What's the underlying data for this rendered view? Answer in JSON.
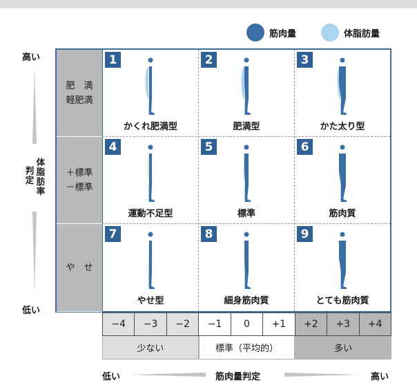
{
  "colors": {
    "muscle": "#3a6ea5",
    "fat": "#a9d6ee",
    "number_badge": "#2f6096",
    "frame": "#3d6e98"
  },
  "legend": {
    "muscle": "筋肉量",
    "fat": "体脂肪量"
  },
  "y_axis": {
    "high": "高い",
    "low": "低い",
    "title_line1": "体脂肪率",
    "title_line2": "判定"
  },
  "rows": [
    {
      "line1": "肥　満",
      "line2": "軽肥満"
    },
    {
      "line1": "＋標準",
      "line2": "－標準"
    },
    {
      "line1": "や　せ",
      "line2": ""
    }
  ],
  "cells": [
    {
      "number": "1",
      "name": "かくれ肥満型",
      "fat_level": "high",
      "muscle_level": "low"
    },
    {
      "number": "2",
      "name": "肥満型",
      "fat_level": "high",
      "muscle_level": "mid"
    },
    {
      "number": "3",
      "name": "かた太り型",
      "fat_level": "high",
      "muscle_level": "high"
    },
    {
      "number": "4",
      "name": "運動不足型",
      "fat_level": "mid",
      "muscle_level": "low"
    },
    {
      "number": "5",
      "name": "標準",
      "fat_level": "mid",
      "muscle_level": "mid"
    },
    {
      "number": "6",
      "name": "筋肉質",
      "fat_level": "mid",
      "muscle_level": "high"
    },
    {
      "number": "7",
      "name": "やせ型",
      "fat_level": "low",
      "muscle_level": "low"
    },
    {
      "number": "8",
      "name": "細身筋肉質",
      "fat_level": "low",
      "muscle_level": "mid"
    },
    {
      "number": "9",
      "name": "とても筋肉質",
      "fat_level": "low",
      "muscle_level": "high"
    }
  ],
  "scale": [
    "−4",
    "−3",
    "−2",
    "−1",
    "0",
    "+1",
    "+2",
    "+3",
    "+4"
  ],
  "groups": [
    "少ない",
    "標準（平均的）",
    "多い"
  ],
  "x_axis": {
    "low": "低い",
    "high": "高い",
    "title": "筋肉量判定"
  }
}
